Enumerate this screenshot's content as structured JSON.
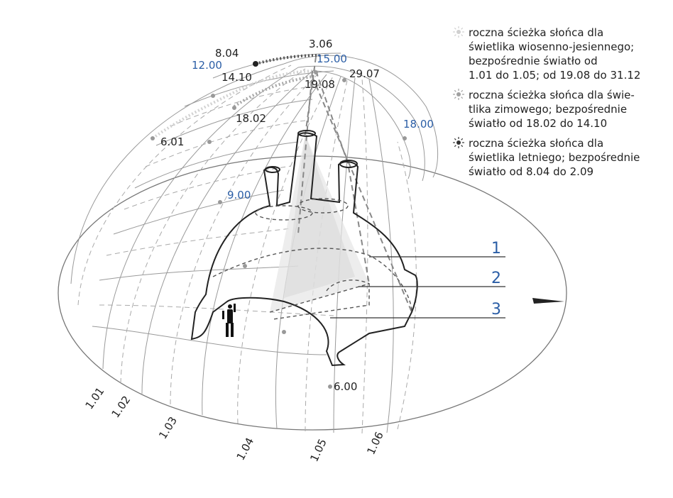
{
  "legend": [
    {
      "text": "roczna ścieżka słońca dla\nświetlika wiosenno-jesiennego;\nbezpośrednie światło od\n1.01 do 1.05; od 19.08 do 31.12",
      "color": "#d0d0d0"
    },
    {
      "text": "roczna ścieżka słońca dla świe-\ntlika zimowego; bezpośrednie\nświatło od 18.02 do 14.10",
      "color": "#a0a0a0"
    },
    {
      "text": "roczna ścieżka słońca dla\nświetlika letniego; bezpośrednie\nświatło od 8.04 do 2.09",
      "color": "#333333"
    }
  ],
  "dates": {
    "d_3_06": "3.06",
    "d_8_04": "8.04",
    "d_14_10": "14.10",
    "d_19_08": "19.08",
    "d_29_07": "29.07",
    "d_18_02": "18.02",
    "d_6_01": "6.01"
  },
  "hours": {
    "h12": "12.00",
    "h15": "15.00",
    "h18": "18.00",
    "h9": "9.00",
    "h6": "6.00"
  },
  "months": [
    "1.01",
    "1.02",
    "1.03",
    "1.04",
    "1.05",
    "1.06"
  ],
  "callouts": [
    "1",
    "2",
    "3"
  ],
  "colors": {
    "accent": "#2b5ea6",
    "grid": "#999999",
    "outline": "#222222"
  }
}
